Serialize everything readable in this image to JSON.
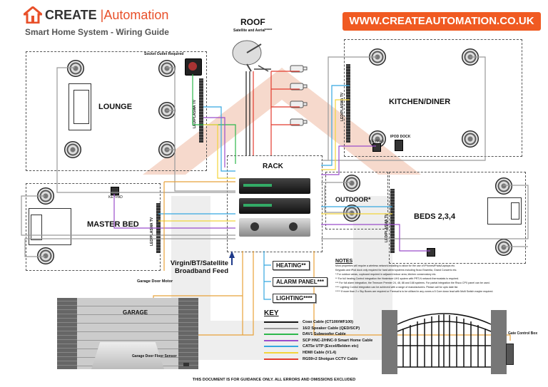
{
  "header": {
    "brand_left": "CREATE",
    "brand_right": "Automation",
    "subtitle": "Smart Home System - Wiring Guide",
    "website": "WWW.CREATEAUTOMATION.CO.UK"
  },
  "roof": {
    "title": "ROOF",
    "sub": "Satellite and Aerial*****"
  },
  "rooms": {
    "lounge": "LOUNGE",
    "kitchen": "KITCHEN/DINER",
    "master": "MASTER BED",
    "beds": "BEDS 2,3,4",
    "outdoor": "OUTDOOR*",
    "rack": "RACK",
    "garage": "GARAGE"
  },
  "devices": {
    "socket": "Socket Outlet Required",
    "tv_label": "LED/PLASMA TV",
    "ipod_dock": "IPOD DOCK",
    "keypad": "KEYPAD",
    "garage_motor": "Garage Door Motor",
    "garage_sensor": "Garage Door Floor Sensor",
    "gate_box": "Gate Control Box"
  },
  "feed": {
    "line1": "Virgin/BT/Satellite",
    "line2": "Broadband Feed"
  },
  "tags": {
    "heating": "HEATING**",
    "alarm": "ALARM PANEL***",
    "lighting": "LIGHTING****"
  },
  "notes": {
    "title": "NOTES",
    "lines": [
      "Most properties will require a wireless network installing to allow for the use of iPhones/iPads/Laptops etc.",
      "Keypads and iPod dock only required for hard wired systems including Nuvo Essentia, Grand Concerto etc.",
      "* For outdoor areas, cupboard required in adjacent indoor area, kitchen conservatory etc.",
      "** For full heating Control integration the Heatmiser UH1 system with PRT-N network thermostats is required.",
      "*** For full alarm integration, the Texecom Premier 24, 48, 88 and 168 systems. For partial integration the Risco CPX panel can be used.",
      "**** Lighting Control integration can be achieved with a range of manufacturers. Please call for upto date list.",
      "***** If more than 2 x Sky Boxes are required or Freesat is to be utilised in any zones a 5 Core down lead with Multi Switch maybe required."
    ]
  },
  "key": {
    "title": "KEY",
    "items": [
      {
        "label": "Coax Cable (CT100/WF100)",
        "color": "#1a1a1a"
      },
      {
        "label": "16/2 Speaker Cable (QED/SCP)",
        "color": "#9a9a9a"
      },
      {
        "label": "DAV1 Subwoofer Cable",
        "color": "#2db84b"
      },
      {
        "label": "SCP HNC-2/HNC-9 Smart Home Cable",
        "color": "#9b4dca"
      },
      {
        "label": "CAT5e UTP (Excel/Belden etc)",
        "color": "#35a7e0"
      },
      {
        "label": "HDMI Cable (V1.4)",
        "color": "#f2d43a"
      },
      {
        "label": "RG59+2 Shotgun CCTV Cable",
        "color": "#e23b2e"
      }
    ]
  },
  "footer": "THIS DOCUMENT IS FOR GUIDANCE ONLY. ALL ERRORS AND OMISSIONS EXCLUDED"
}
